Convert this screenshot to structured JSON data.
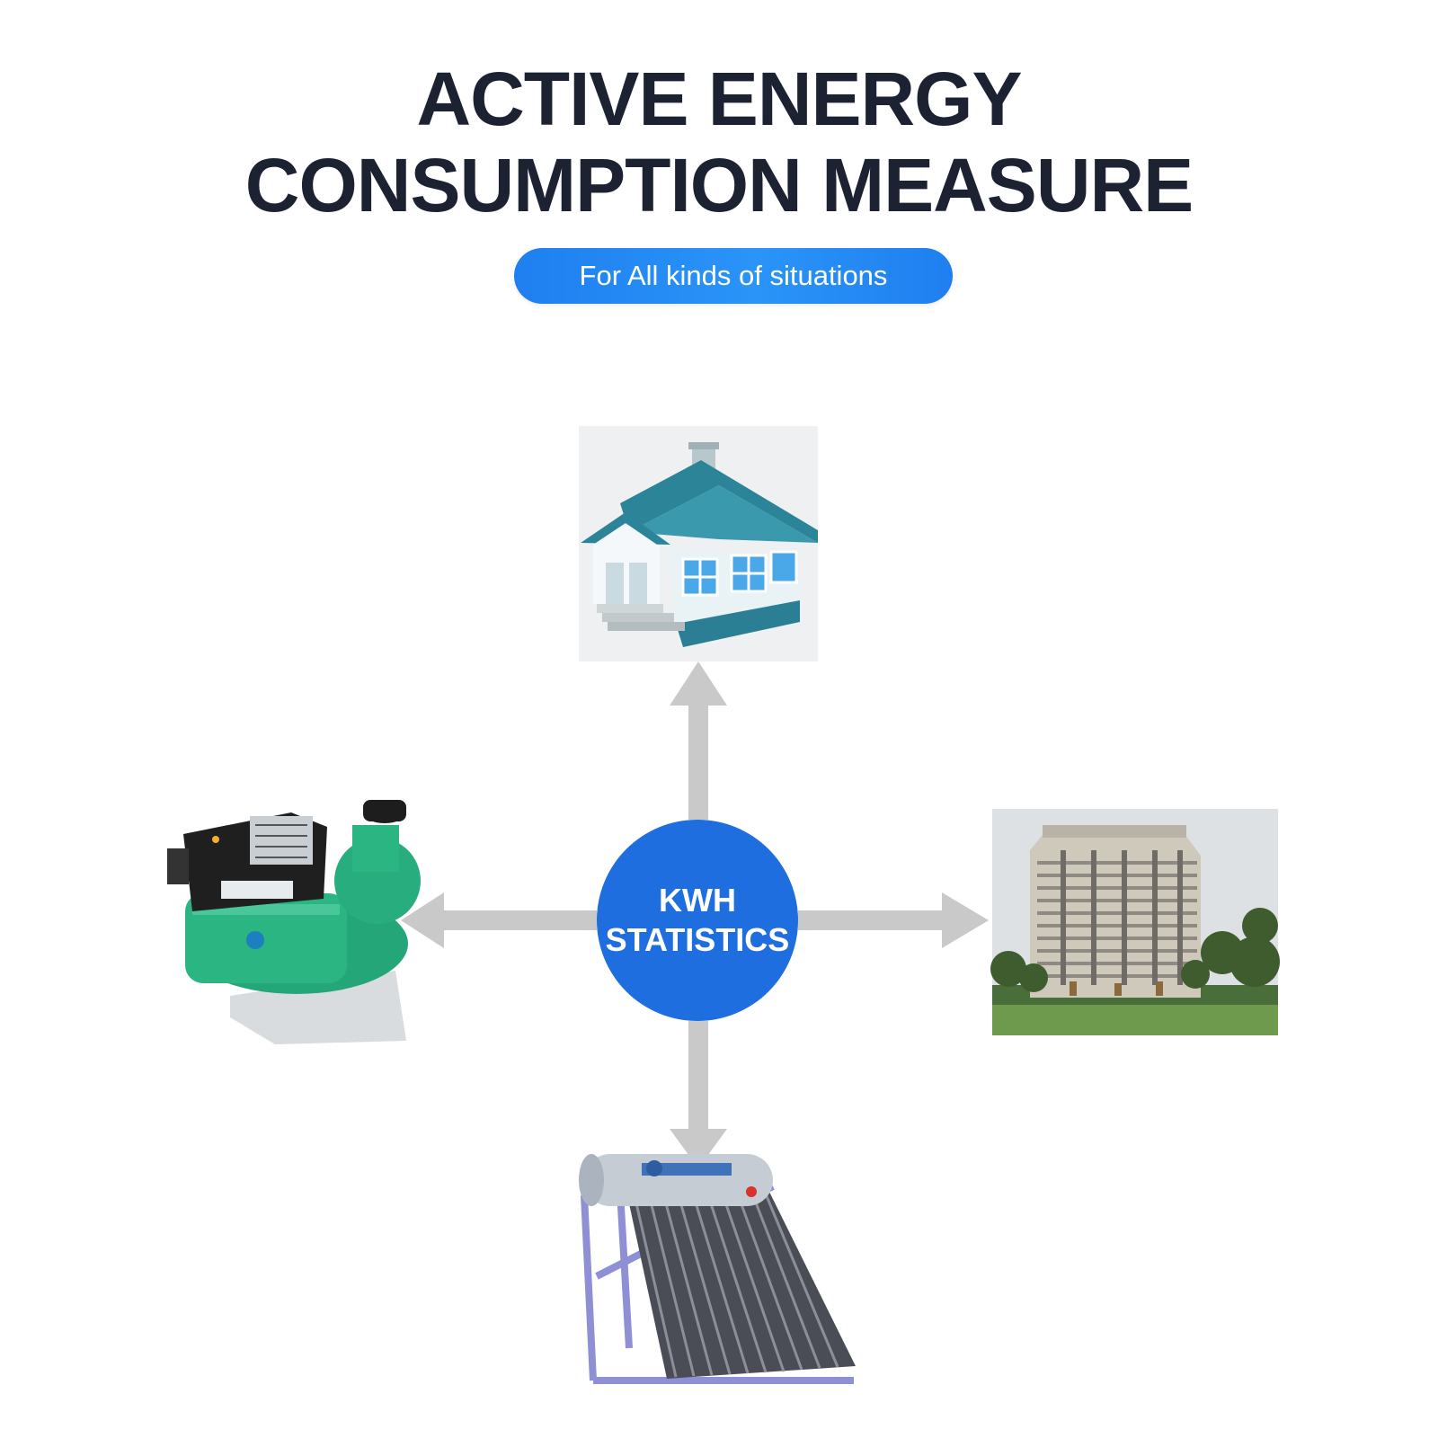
{
  "title": {
    "line1": "ACTIVE ENERGY",
    "line2": "CONSUMPTION MEASURE"
  },
  "subtitle": "For All kinds of situations",
  "hub": {
    "line1": "KWH",
    "line2": "STATISTICS"
  },
  "colors": {
    "title": "#1d2233",
    "accent_blue": "#1f6ee0",
    "pill_blue": "#2a8af5",
    "arrow_gray": "#c9c9c9"
  },
  "icons": [
    "house-image",
    "water-pump-image",
    "apartment-building-image",
    "solar-water-heater-image"
  ]
}
